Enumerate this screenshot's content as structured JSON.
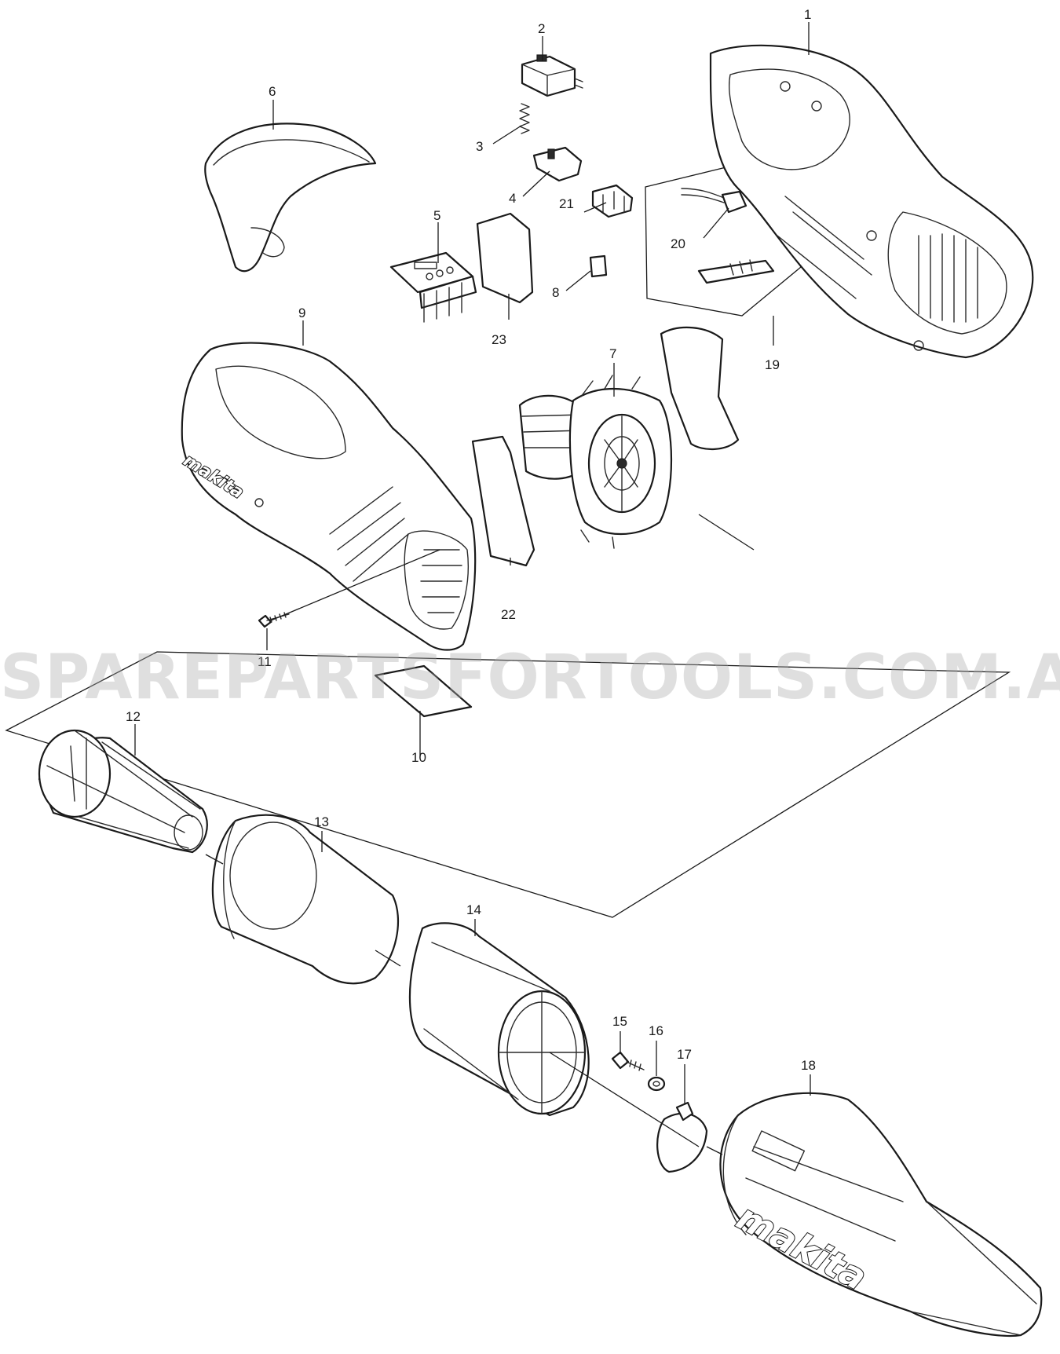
{
  "watermark": "SPAREPARTSFORTOOLS.COM.AU",
  "brand_logo": "makita",
  "callouts": {
    "p1": "1",
    "p2": "2",
    "p3": "3",
    "p4": "4",
    "p5": "5",
    "p6": "6",
    "p7": "7",
    "p8": "8",
    "p9": "9",
    "p10": "10",
    "p11": "11",
    "p12": "12",
    "p13": "13",
    "p14": "14",
    "p15": "15",
    "p16": "16",
    "p17": "17",
    "p18": "18",
    "p19": "19",
    "p20": "20",
    "p21": "21",
    "p22": "22",
    "p23": "23"
  }
}
